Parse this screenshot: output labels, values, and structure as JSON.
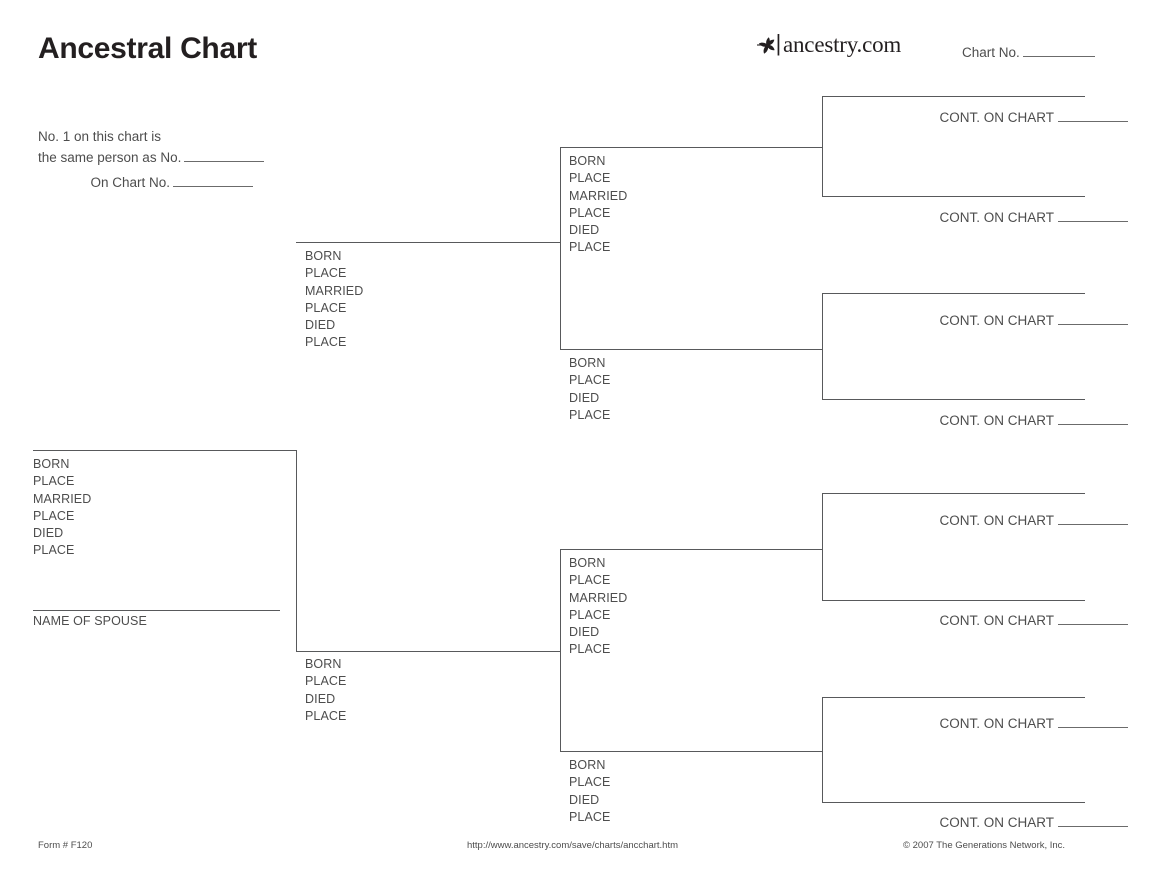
{
  "page": {
    "title": "Ancestral Chart",
    "brand": {
      "icon": "ancestry-leaf-icon",
      "wordmark": "ancestry.com"
    },
    "chart_no": {
      "label": "Chart No."
    },
    "same_person": {
      "line1": "No. 1 on this chart is",
      "line2": "the same person as No.",
      "line3": "On Chart No."
    }
  },
  "labels": {
    "born": "BORN",
    "place": "PLACE",
    "married": "MARRIED",
    "died": "DIED",
    "name_of_spouse": "NAME OF SPOUSE",
    "cont_on_chart": "CONT. ON CHART"
  },
  "person1": {
    "fields": [
      "BORN",
      "PLACE",
      "MARRIED",
      "PLACE",
      "DIED",
      "PLACE"
    ],
    "spouse_label": "NAME OF SPOUSE"
  },
  "generation2": [
    {
      "id": "g2-father",
      "fields": [
        "BORN",
        "PLACE",
        "MARRIED",
        "PLACE",
        "DIED",
        "PLACE"
      ]
    },
    {
      "id": "g2-mother",
      "fields": [
        "BORN",
        "PLACE",
        "DIED",
        "PLACE"
      ]
    }
  ],
  "generation3": [
    {
      "id": "g3-1",
      "fields": [
        "BORN",
        "PLACE",
        "MARRIED",
        "PLACE",
        "DIED",
        "PLACE"
      ]
    },
    {
      "id": "g3-2",
      "fields": [
        "BORN",
        "PLACE",
        "DIED",
        "PLACE"
      ]
    },
    {
      "id": "g3-3",
      "fields": [
        "BORN",
        "PLACE",
        "MARRIED",
        "PLACE",
        "DIED",
        "PLACE"
      ]
    },
    {
      "id": "g3-4",
      "fields": [
        "BORN",
        "PLACE",
        "DIED",
        "PLACE"
      ]
    }
  ],
  "generation4": [
    {
      "id": "g4-1",
      "cont": "CONT. ON CHART"
    },
    {
      "id": "g4-2",
      "cont": "CONT. ON CHART"
    },
    {
      "id": "g4-3",
      "cont": "CONT. ON CHART"
    },
    {
      "id": "g4-4",
      "cont": "CONT. ON CHART"
    },
    {
      "id": "g4-5",
      "cont": "CONT. ON CHART"
    },
    {
      "id": "g4-6",
      "cont": "CONT. ON CHART"
    },
    {
      "id": "g4-7",
      "cont": "CONT. ON CHART"
    },
    {
      "id": "g4-8",
      "cont": "CONT. ON CHART"
    }
  ],
  "footer": {
    "form_number": "Form # F120",
    "url": "http://www.ancestry.com/save/charts/ancchart.htm",
    "copyright": "© 2007 The Generations Network, Inc."
  },
  "colors": {
    "ink": "#4d4d4d",
    "title": "#231f20",
    "rule": "#58595b",
    "page_background": "#ffffff"
  }
}
